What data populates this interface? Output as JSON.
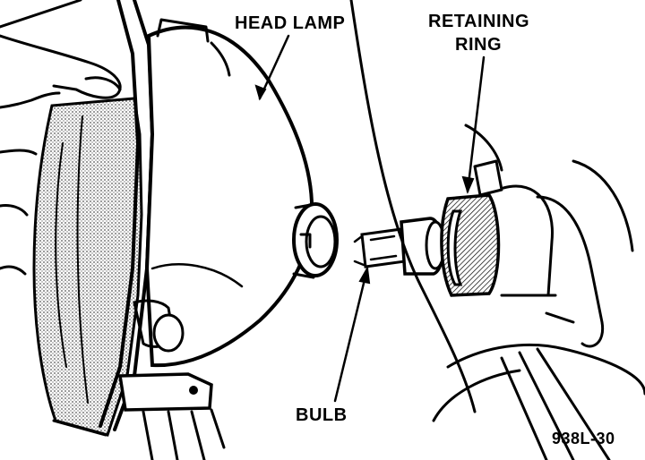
{
  "diagram": {
    "labels": {
      "head_lamp": "HEAD LAMP",
      "retaining_ring_line1": "RETAINING",
      "retaining_ring_line2": "RING",
      "bulb": "BULB",
      "figure_id": "938L-30"
    },
    "colors": {
      "ink": "#000000",
      "paper": "#ffffff",
      "screen": "#8a8a8a"
    }
  }
}
